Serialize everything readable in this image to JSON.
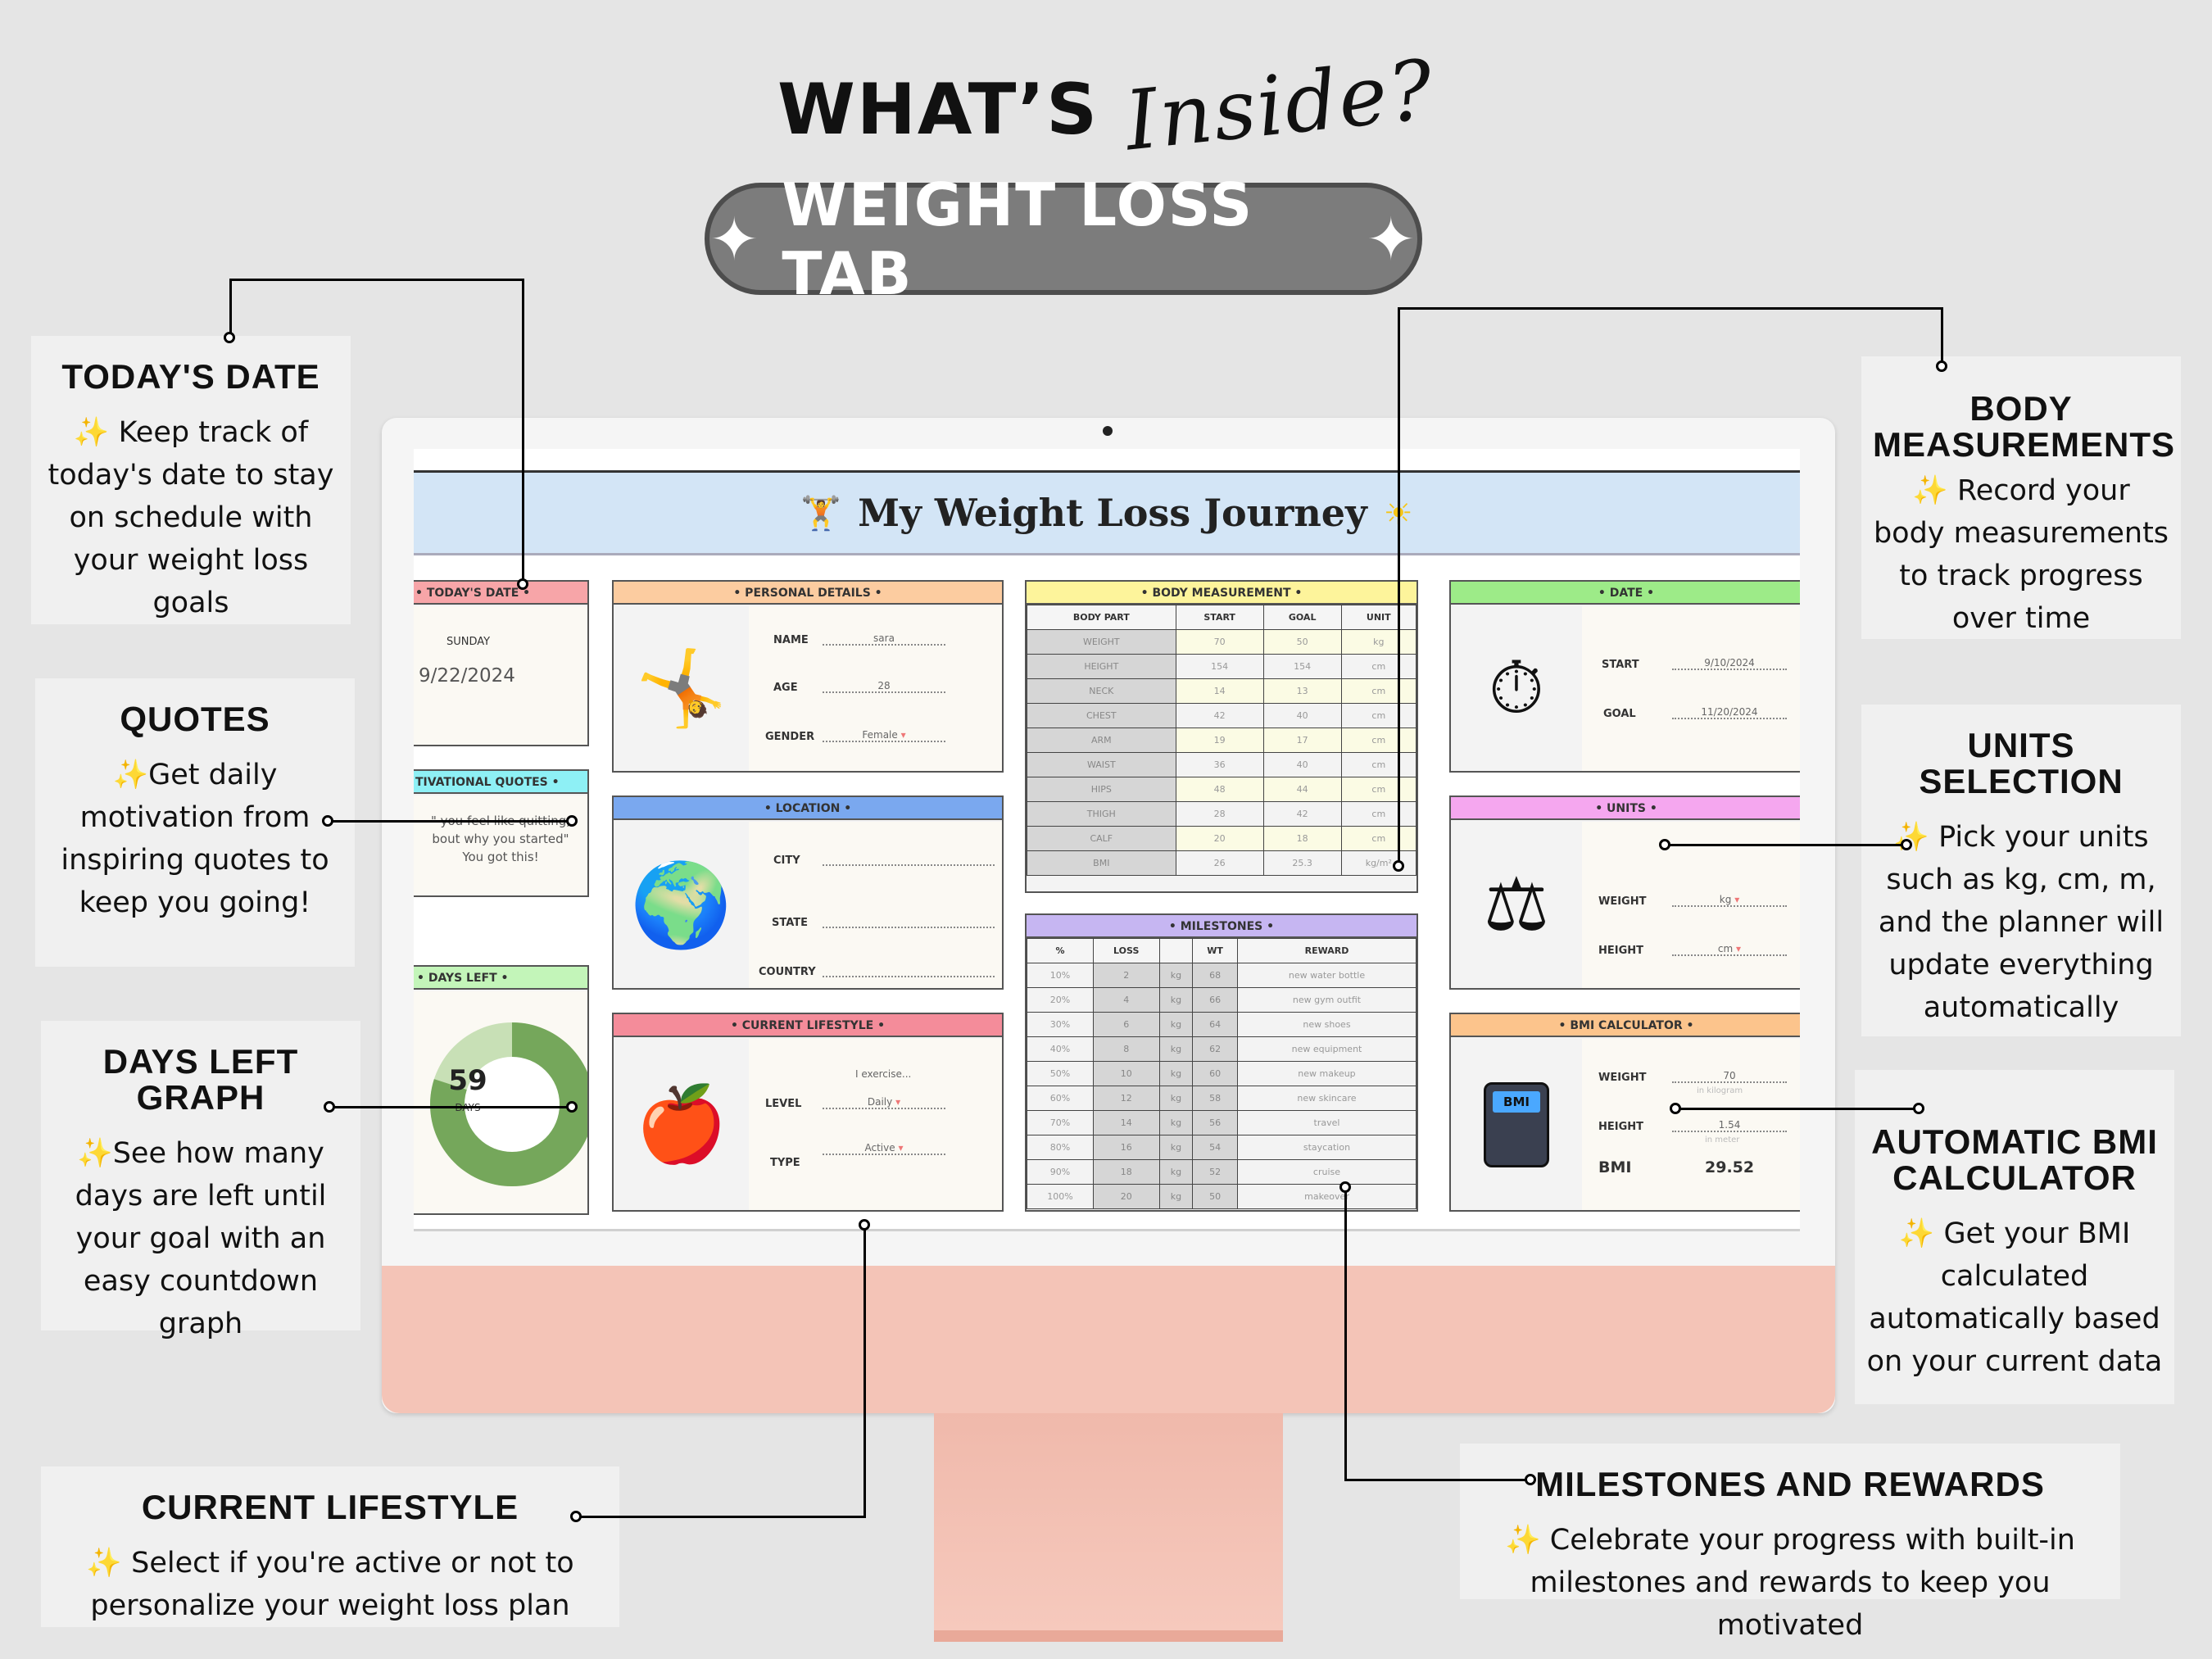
{
  "header": {
    "title_main": "WHAT’S",
    "title_script": "Inside?",
    "tab_label": "WEIGHT LOSS TAB",
    "sparkle": "✦"
  },
  "colors": {
    "pill_bg": "#7c7c7c",
    "monitor_chin": "#f4c4b7",
    "banner": "#d3e5f6"
  },
  "callouts": {
    "todays_date": {
      "title": "TODAY'S DATE",
      "text": "Keep track of today's date to stay on schedule with your weight loss goals"
    },
    "quotes": {
      "title": "QUOTES",
      "text": "Get daily motivation from inspiring quotes to keep you going!"
    },
    "days_left": {
      "title": "DAYS LEFT GRAPH",
      "text": "See how many days are left until your goal with an easy countdown graph"
    },
    "current_lifestyle": {
      "title": "CURRENT LIFESTYLE",
      "text": "Select if you're active or not to personalize your weight loss plan"
    },
    "body_measurements": {
      "title": "BODY MEASUREMENTS",
      "text": "Record your body measurements to track progress over time"
    },
    "units_selection": {
      "title": "UNITS SELECTION",
      "text": "Pick your units such as kg, cm, m, and the planner will update everything automatically"
    },
    "bmi_calculator": {
      "title": "AUTOMATIC BMI CALCULATOR",
      "text": "Get your BMI calculated automatically based on your current data"
    },
    "milestones": {
      "title": "MILESTONES AND REWARDS",
      "text": "Celebrate your progress with built-in milestones and rewards to keep you motivated"
    }
  },
  "sheet": {
    "title": "My Weight Loss Journey",
    "todays_date": {
      "header": "• TODAY'S DATE •",
      "day": "SUNDAY",
      "date": "9/22/2024"
    },
    "quotes": {
      "header": "TIVATIONAL QUOTES •",
      "line1": "\" you feel like quitting,",
      "line2": "bout why you started\"",
      "line3": "You got this!"
    },
    "days_left": {
      "header": "• DAYS LEFT •",
      "value": "59",
      "unit": "DAYS",
      "fraction": 0.8
    },
    "personal": {
      "header": "• PERSONAL DETAILS •",
      "name_label": "NAME",
      "name": "sara",
      "age_label": "AGE",
      "age": "28",
      "gender_label": "GENDER",
      "gender": "Female"
    },
    "location": {
      "header": "• LOCATION •",
      "city": "CITY",
      "state": "STATE",
      "country": "COUNTRY"
    },
    "lifestyle": {
      "header": "• CURRENT LIFESTYLE •",
      "level_label": "LEVEL",
      "level_hint": "I exercise...",
      "level": "Daily",
      "type_label": "TYPE",
      "type": "Active"
    },
    "body": {
      "header": "• BODY MEASUREMENT •",
      "columns": [
        "BODY PART",
        "START",
        "GOAL",
        "UNIT"
      ],
      "rows": [
        [
          "WEIGHT",
          "70",
          "50",
          "kg"
        ],
        [
          "HEIGHT",
          "154",
          "154",
          "cm"
        ],
        [
          "NECK",
          "14",
          "13",
          "cm"
        ],
        [
          "CHEST",
          "42",
          "40",
          "cm"
        ],
        [
          "ARM",
          "19",
          "17",
          "cm"
        ],
        [
          "WAIST",
          "36",
          "40",
          "cm"
        ],
        [
          "HIPS",
          "48",
          "44",
          "cm"
        ],
        [
          "THIGH",
          "28",
          "42",
          "cm"
        ],
        [
          "CALF",
          "20",
          "18",
          "cm"
        ],
        [
          "BMI",
          "26",
          "25.3",
          "kg/m²"
        ]
      ]
    },
    "milestones": {
      "header": "• MILESTONES •",
      "columns": [
        "%",
        "LOSS",
        "",
        "WT",
        "REWARD"
      ],
      "rows": [
        [
          "10%",
          "2",
          "kg",
          "68",
          "new water bottle"
        ],
        [
          "20%",
          "4",
          "kg",
          "66",
          "new gym outfit"
        ],
        [
          "30%",
          "6",
          "kg",
          "64",
          "new shoes"
        ],
        [
          "40%",
          "8",
          "kg",
          "62",
          "new equipment"
        ],
        [
          "50%",
          "10",
          "kg",
          "60",
          "new makeup"
        ],
        [
          "60%",
          "12",
          "kg",
          "58",
          "new skincare"
        ],
        [
          "70%",
          "14",
          "kg",
          "56",
          "travel"
        ],
        [
          "80%",
          "16",
          "kg",
          "54",
          "staycation"
        ],
        [
          "90%",
          "18",
          "kg",
          "52",
          "cruise"
        ],
        [
          "100%",
          "20",
          "kg",
          "50",
          "makeover"
        ]
      ]
    },
    "date": {
      "header": "• DATE •",
      "start_label": "START",
      "start": "9/10/2024",
      "goal_label": "GOAL",
      "goal": "11/20/2024"
    },
    "units": {
      "header": "• UNITS •",
      "weight_label": "WEIGHT",
      "weight": "kg",
      "height_label": "HEIGHT",
      "height": "cm"
    },
    "bmi": {
      "header": "• BMI CALCULATOR •",
      "weight_label": "WEIGHT",
      "weight": "70",
      "weight_hint": "in kilogram",
      "height_label": "HEIGHT",
      "height": "1.54",
      "height_hint": "in meter",
      "bmi_label": "BMI",
      "bmi": "29.52"
    }
  }
}
